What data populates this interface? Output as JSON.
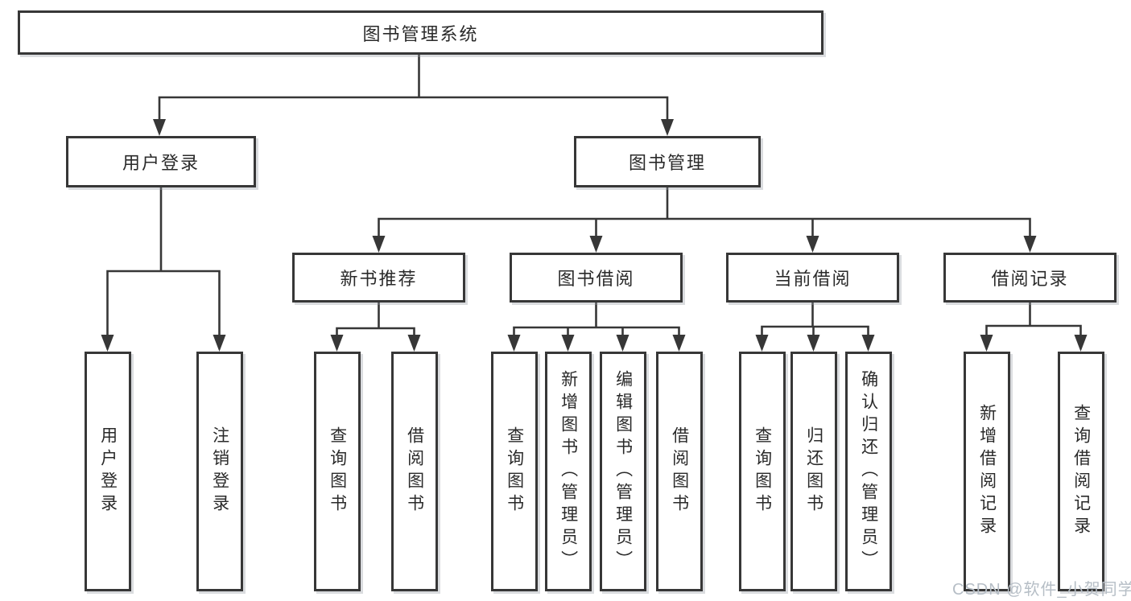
{
  "diagram": {
    "type": "hierarchy-tree",
    "title": "图书管理系统",
    "tree": {
      "label": "图书管理系统",
      "children": [
        {
          "label": "用户登录",
          "children": [
            {
              "label": "用户登录"
            },
            {
              "label": "注销登录"
            }
          ]
        },
        {
          "label": "图书管理",
          "children": [
            {
              "label": "新书推荐",
              "children": [
                {
                  "label": "查询图书"
                },
                {
                  "label": "借阅图书"
                }
              ]
            },
            {
              "label": "图书借阅",
              "children": [
                {
                  "label": "查询图书"
                },
                {
                  "label": "新增图书（管理员）"
                },
                {
                  "label": "编辑图书（管理员）"
                },
                {
                  "label": "借阅图书"
                }
              ]
            },
            {
              "label": "当前借阅",
              "children": [
                {
                  "label": "查询图书"
                },
                {
                  "label": "归还图书"
                },
                {
                  "label": "确认归还（管理员）"
                }
              ]
            },
            {
              "label": "借阅记录",
              "children": [
                {
                  "label": "新增借阅记录"
                },
                {
                  "label": "查询借阅记录"
                }
              ]
            }
          ]
        }
      ]
    },
    "colors": {
      "line": "#373737",
      "box_border": "#373737",
      "text": "#2a2a2a",
      "background": "#ffffff",
      "watermark": "#b6bec6"
    },
    "watermark": "CSDN @软件_小贺同学"
  }
}
